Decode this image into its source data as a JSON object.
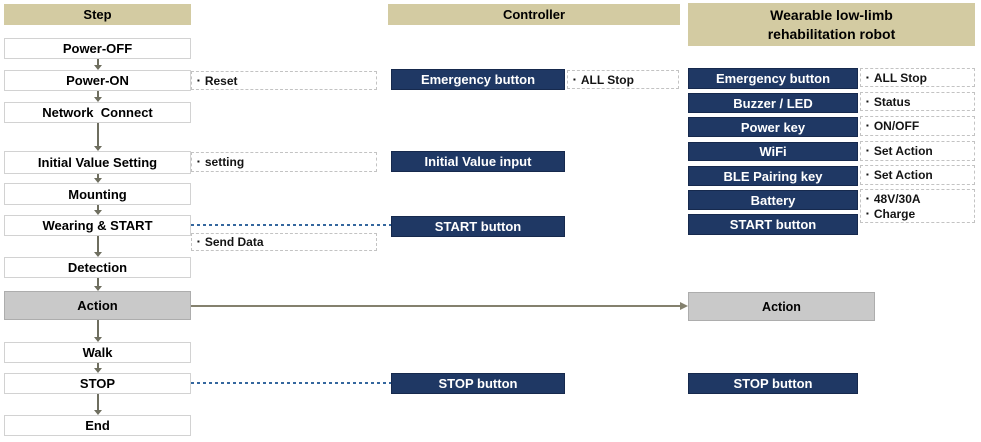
{
  "glyphs": {
    "bullet": "▪"
  },
  "headers": {
    "step": "Step",
    "controller": "Controller",
    "robot_line1": "Wearable low-limb",
    "robot_line2": "rehabilitation robot"
  },
  "step_flow": {
    "power_off": "Power-OFF",
    "power_on": "Power-ON",
    "network_connect": "Network  Connect",
    "initial_value_setting": "Initial Value Setting",
    "mounting": "Mounting",
    "wearing_start": "Wearing & START",
    "detection": "Detection",
    "action": "Action",
    "walk": "Walk",
    "stop": "STOP",
    "end": "End"
  },
  "controller": {
    "emergency_button": "Emergency button",
    "initial_value_input": "Initial Value input",
    "start_button": "START button",
    "stop_button": "STOP button"
  },
  "robot": {
    "emergency_button": "Emergency button",
    "buzzer_led": "Buzzer / LED",
    "power_key": "Power key",
    "wifi": "WiFi",
    "ble_pairing_key": "BLE Pairing key",
    "battery": "Battery",
    "start_button": "START button",
    "action": "Action",
    "stop_button": "STOP button"
  },
  "notes": {
    "reset": "Reset",
    "setting": "setting",
    "send_data": "Send Data",
    "controller_all_stop": "ALL Stop",
    "robot_all_stop": "ALL Stop",
    "status": "Status",
    "on_off": "ON/OFF",
    "wifi_set_action": "Set Action",
    "ble_set_action": "Set Action",
    "battery_spec": "48V/30A",
    "battery_charge": "Charge"
  },
  "colors": {
    "header_bg": "#d3cba2",
    "navy": "#1f3864",
    "action_bg": "#c9c9c9",
    "blue_dash": "#35679e",
    "line": "#84816e",
    "arrow": "#6e6e5f"
  }
}
